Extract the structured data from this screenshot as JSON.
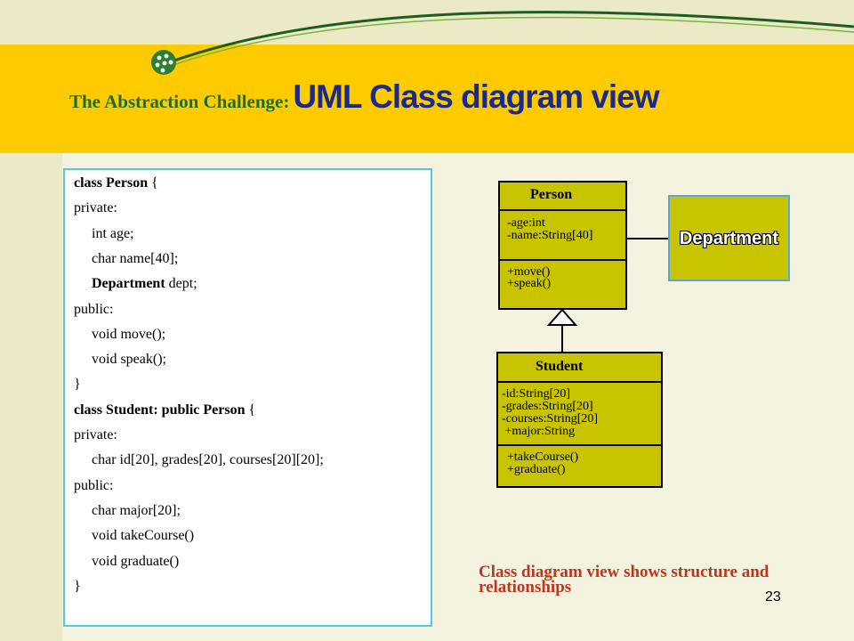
{
  "title": {
    "prefix": "The Abstraction Challenge:",
    "main": "UML Class diagram view"
  },
  "code": {
    "lines": [
      {
        "bold": "class Person",
        "rest": " {"
      },
      {
        "bold": "",
        "rest": "private:"
      },
      {
        "bold": "",
        "rest": "int age;"
      },
      {
        "bold": "",
        "rest": "char name[40];"
      },
      {
        "bold": "Department",
        "rest": " dept;"
      },
      {
        "bold": "",
        "rest": "public:"
      },
      {
        "bold": "",
        "rest": "void move();"
      },
      {
        "bold": "",
        "rest": "void speak();"
      },
      {
        "bold": "",
        "rest": "}"
      },
      {
        "bold": "class Student: public Person",
        "rest": " {"
      },
      {
        "bold": "",
        "rest": "private:"
      },
      {
        "bold": "",
        "rest": "char id[20], grades[20], courses[20][20];"
      },
      {
        "bold": "",
        "rest": "public:"
      },
      {
        "bold": "",
        "rest": "char major[20];"
      },
      {
        "bold": "",
        "rest": "void takeCourse()"
      },
      {
        "bold": "",
        "rest": "void graduate()"
      },
      {
        "bold": "",
        "rest": "}"
      }
    ]
  },
  "uml": {
    "person": {
      "name": "Person",
      "attributes": [
        "-age:int",
        "-name:String[40]"
      ],
      "methods": [
        "+move()",
        "+speak()"
      ]
    },
    "student": {
      "name": "Student",
      "attributes": [
        "-id:String[20]",
        "-grades:String[20]",
        "-courses:String[20]",
        " +major:String"
      ],
      "methods": [
        "+takeCourse()",
        "+graduate()"
      ]
    },
    "department": {
      "name": "Department"
    }
  },
  "caption": "Class diagram view shows structure and relationships",
  "page_number": "23",
  "colors": {
    "header_band": "#fecb00",
    "class_fill": "#c9c400",
    "panel_border": "#59c6e8",
    "caption": "#c0331d",
    "title_main": "#1a2a8c",
    "title_prefix": "#1b6e2f"
  }
}
